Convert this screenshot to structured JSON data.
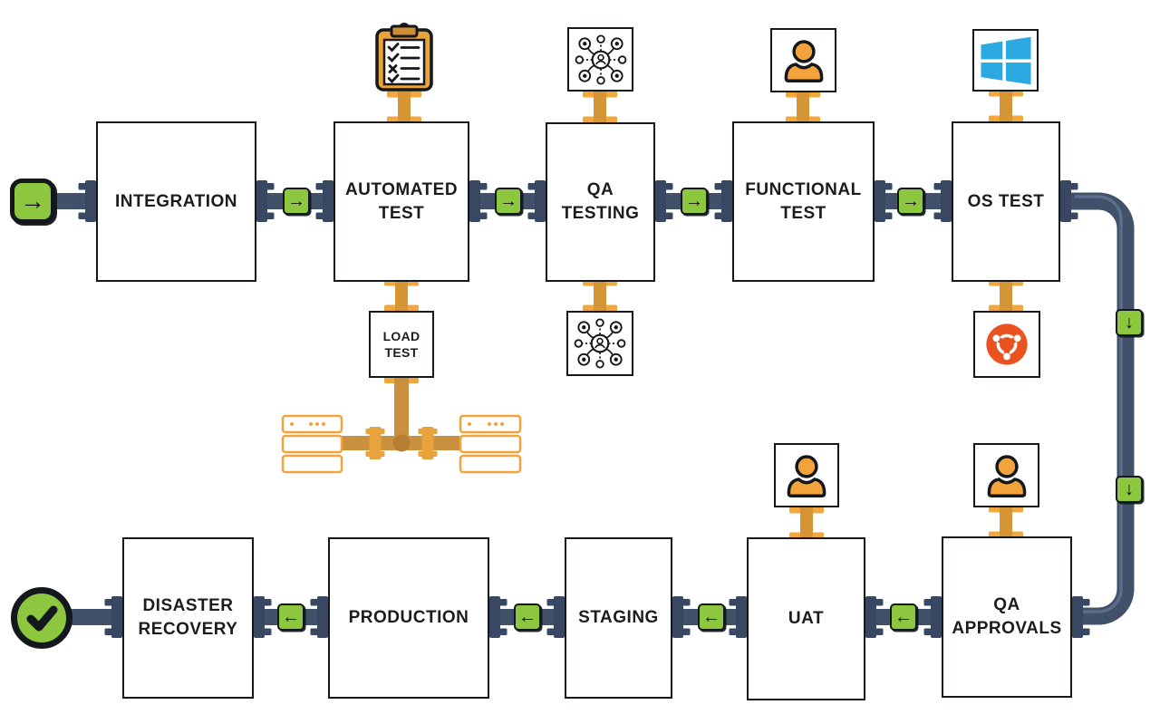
{
  "diagram_type": "devops-pipeline-flow",
  "glyphs": {
    "right": "→",
    "left": "←",
    "down": "↓"
  },
  "colors": {
    "pipe_navy": "#405169",
    "pipe_flange": "#384862",
    "pipe_highlight": "#5e7190",
    "accent_green": "#8dc63f",
    "pipe_orange": "#d69434",
    "flange_orange": "#efa73e",
    "branch_pipe_orange": "#c9913e",
    "icon_orange": "#f2a33c",
    "ubuntu_orange": "#e9531f",
    "windows_blue": "#2baae2",
    "outline_black": "#14181c"
  },
  "stages": {
    "top": [
      {
        "label": "INTEGRATION"
      },
      {
        "label": "AUTOMATED TEST",
        "icon_top": "checklist-clipboard-icon",
        "icon_bottom": "load-test-branch"
      },
      {
        "label": "QA TESTING",
        "icon_top": "network-users-icon",
        "icon_bottom": "network-users-icon"
      },
      {
        "label": "FUNCTIONAL TEST",
        "icon_top": "user-icon"
      },
      {
        "label": "OS TEST",
        "icon_top": "windows-logo-icon",
        "icon_bottom": "ubuntu-logo-icon"
      }
    ],
    "bottom": [
      {
        "label": "QA APPROVALS",
        "icon_top": "user-icon"
      },
      {
        "label": "UAT",
        "icon_top": "user-icon"
      },
      {
        "label": "STAGING"
      },
      {
        "label": "PRODUCTION"
      },
      {
        "label": "DISASTER RECOVERY"
      }
    ],
    "branch": {
      "label": "LOAD TEST",
      "icon_bottom": "server-racks-icon"
    }
  },
  "flow": {
    "start_marker": "arrow-right-badge",
    "end_marker": "check-circle-badge",
    "top_row_direction": "left-to-right",
    "bottom_row_direction": "right-to-left"
  }
}
